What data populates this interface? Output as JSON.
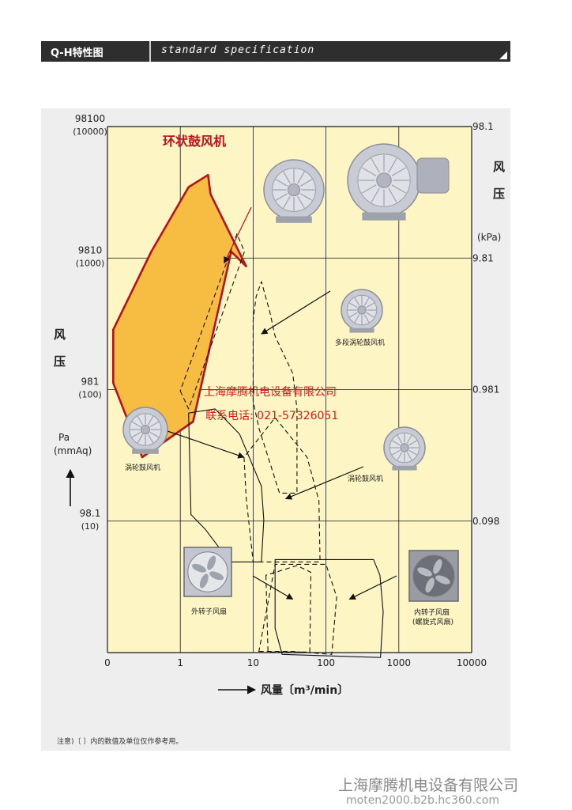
{
  "header": {
    "left_title": "Q-H特性图",
    "right_title": "standard specification"
  },
  "colors": {
    "plot_bg": "#fdf5c4",
    "grid": "#1a1a1a",
    "ring_fill": "#f7bd42",
    "ring_stroke": "#b1141d",
    "ring_label": "#c0121c",
    "watermark": "#d41b1b"
  },
  "chart_data": {
    "type": "area",
    "x_scale": "log",
    "y_scale": "log",
    "xlim": [
      0.1,
      10000
    ],
    "ylim": [
      9.81,
      98100
    ],
    "x_ticks": [
      "0",
      "1",
      "10",
      "100",
      "1000",
      "10000"
    ],
    "y_left_ticks": [
      {
        "value": "98100",
        "sub": "(10000)"
      },
      {
        "value": "9810",
        "sub": "(1000)"
      },
      {
        "value": "981",
        "sub": "(100)"
      },
      {
        "value": "98.1",
        "sub": "(10)"
      }
    ],
    "y_right_ticks": [
      "98.1",
      "9.81",
      "0.981",
      "0.098"
    ],
    "xlabel": "风量〔m³/min〕",
    "ylabel_left_chars": [
      "风",
      "压"
    ],
    "ylabel_left_units": [
      "Pa",
      "(mmAq)"
    ],
    "ylabel_right_chars": [
      "风",
      "压"
    ],
    "ylabel_right_unit": "(kPa)",
    "grid": true,
    "series": [
      {
        "name": "环状鼓风机",
        "style": "filled",
        "outline": [
          [
            0.12,
            2800
          ],
          [
            0.12,
            1100
          ],
          [
            0.3,
            300
          ],
          [
            1.5,
            560
          ],
          [
            3.4,
            4200
          ],
          [
            5.0,
            11000
          ],
          [
            8.0,
            8500
          ],
          [
            2.6,
            30000
          ],
          [
            2.4,
            42000
          ],
          [
            1.3,
            34000
          ],
          [
            0.4,
            11000
          ]
        ]
      },
      {
        "name": "环状鼓风机-inner",
        "style": "dashed",
        "outline": [
          [
            1.0,
            960
          ],
          [
            1.3,
            700
          ],
          [
            7.6,
            11000
          ],
          [
            6.0,
            15000
          ]
        ]
      },
      {
        "name": "多段涡轮鼓风机",
        "style": "dashed",
        "outline": [
          [
            10,
            800
          ],
          [
            10,
            3300
          ],
          [
            11,
            5000
          ],
          [
            13,
            6500
          ],
          [
            17,
            3800
          ],
          [
            20,
            2500
          ],
          [
            35,
            1300
          ],
          [
            40,
            700
          ],
          [
            40,
            160
          ],
          [
            23,
            160
          ],
          [
            12,
            500
          ]
        ]
      },
      {
        "name": "涡轮鼓风机",
        "style": "solid",
        "outline": [
          [
            1.4,
            110
          ],
          [
            1.3,
            650
          ],
          [
            3.0,
            700
          ],
          [
            6.5,
            450
          ],
          [
            13,
            180
          ],
          [
            14,
            100
          ],
          [
            13,
            48
          ],
          [
            4.8,
            48
          ],
          [
            2.2,
            85
          ]
        ]
      },
      {
        "name": "涡轮鼓风机",
        "style": "dashed",
        "outline": [
          [
            7.5,
            300
          ],
          [
            8.0,
            150
          ],
          [
            10,
            48
          ],
          [
            83,
            48
          ],
          [
            80,
            140
          ],
          [
            55,
            300
          ],
          [
            20,
            600
          ]
        ]
      },
      {
        "name": "外转子风扇",
        "style": "dashed",
        "outline": [
          [
            15,
            38
          ],
          [
            16,
            9.9
          ],
          [
            60,
            9.9
          ],
          [
            62,
            40
          ],
          [
            40,
            45
          ]
        ]
      },
      {
        "name": "外转子风扇-2",
        "style": "dashed",
        "outline": [
          [
            12,
            10
          ],
          [
            35,
            10
          ],
          [
            120,
            9.5
          ],
          [
            140,
            26
          ],
          [
            100,
            46
          ],
          [
            20,
            46
          ]
        ]
      },
      {
        "name": "内转子风扇(螺旋式风扇)",
        "style": "solid",
        "outline": [
          [
            20,
            15
          ],
          [
            20,
            50
          ],
          [
            450,
            50
          ],
          [
            550,
            38
          ],
          [
            610,
            20
          ],
          [
            560,
            9.0
          ],
          [
            25,
            9.5
          ]
        ]
      }
    ],
    "callouts": [
      {
        "label": "环状鼓风机",
        "target": [
          4.0,
          9000
        ]
      },
      {
        "label": "多段涡轮鼓风机",
        "target": [
          13,
          2600
        ]
      },
      {
        "label": "涡轮鼓风机",
        "target": [
          7.5,
          300
        ]
      },
      {
        "label": "涡轮鼓风机",
        "target": [
          28,
          145
        ]
      },
      {
        "label": "外转子风扇",
        "target": [
          35,
          25
        ]
      },
      {
        "label": "内转子风扇",
        "sub": "(螺旋式风扇)",
        "target": [
          210,
          25
        ]
      }
    ]
  },
  "watermark": {
    "line1": "上海摩腾机电设备有限公司",
    "line2": "联系电话: 021-57326051"
  },
  "note": "注意)〔 〕内的数值及单位仅作参考用。",
  "footer": {
    "line1": "上海摩腾机电设备有限公司",
    "line2": "moten2000.b2b.hc360.com"
  }
}
